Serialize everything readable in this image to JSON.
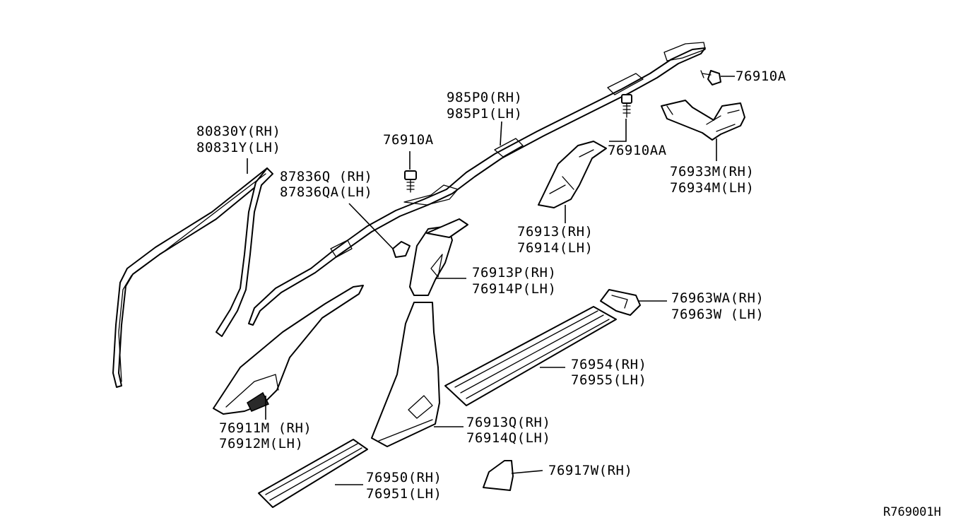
{
  "labels": {
    "weatherstrip_rh": "80830Y(RH)",
    "weatherstrip_lh": "80831Y(LH)",
    "clip_76910a_center": "76910A",
    "bracket_rh": "87836Q  (RH)",
    "bracket_lh": "87836QA(LH)",
    "harness_rh": "985P0(RH)",
    "harness_lh": "985P1(LH)",
    "clip_76910aa": "76910AA",
    "clip_76910a_right": "76910A",
    "trim_76933_rh": "76933M(RH)",
    "trim_76934_lh": "76934M(LH)",
    "trim_76913_rh": "76913(RH)",
    "trim_76914_lh": "76914(LH)",
    "trim_76913p_rh": "76913P(RH)",
    "trim_76914p_lh": "76914P(LH)",
    "bracket_76963wa_rh": "76963WA(RH)",
    "bracket_76963w_lh": "76963W  (LH)",
    "plate_76954_rh": "76954(RH)",
    "plate_76955_lh": "76955(LH)",
    "pillar_76911m_rh": "76911M (RH)",
    "pillar_76912m_lh": "76912M(LH)",
    "pillar_76913q_rh": "76913Q(RH)",
    "pillar_76914q_lh": "76914Q(LH)",
    "plate_76950_rh": "76950(RH)",
    "plate_76951_lh": "76951(LH)",
    "cover_76917w_rh": "76917W(RH)",
    "diagram_ref": "R769001H"
  }
}
